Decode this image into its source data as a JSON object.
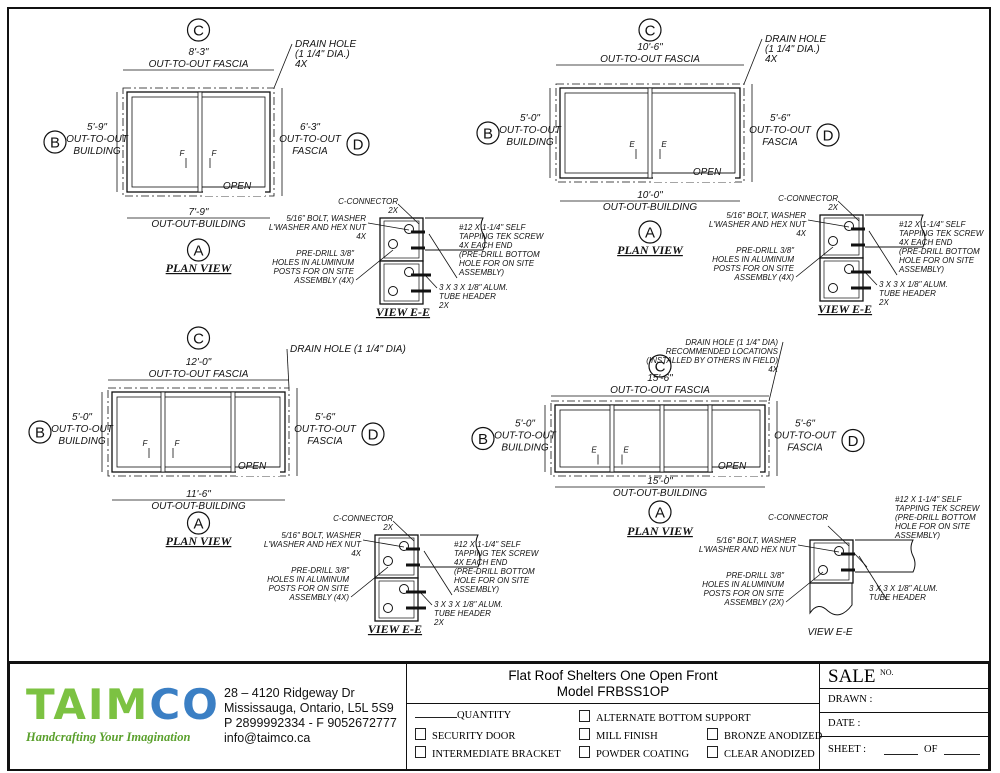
{
  "plans": [
    {
      "top_label": "C",
      "left_label": "B",
      "right_label": "D",
      "view_label": "A",
      "fascia_dim": "8'-3\"",
      "fascia_text": "OUT-TO-OUT FASCIA",
      "left_dim": "5'-9\"",
      "left_text": [
        "OUT-TO-OUT",
        "BUILDING"
      ],
      "right_dim": "6'-3\"",
      "right_text": [
        "OUT-TO-OUT",
        "FASCIA"
      ],
      "bottom_dim": "7'-9\"",
      "bottom_text": "OUT-OUT-BUILDING",
      "open": "OPEN",
      "section_mark": "F",
      "drain_note": [
        "DRAIN HOLE",
        "(1 1/4\" DIA.)",
        "4X"
      ],
      "title": "PLAN VIEW"
    },
    {
      "top_label": "C",
      "left_label": "B",
      "right_label": "D",
      "view_label": "A",
      "fascia_dim": "10'-6\"",
      "fascia_text": "OUT-TO-OUT FASCIA",
      "left_dim": "5'-0\"",
      "left_text": [
        "OUT-TO-OUT",
        "BUILDING"
      ],
      "right_dim": "5'-6\"",
      "right_text": [
        "OUT-TO-OUT",
        "FASCIA"
      ],
      "bottom_dim": "10'-0\"",
      "bottom_text": "OUT-OUT-BUILDING",
      "open": "OPEN",
      "section_mark": "E",
      "drain_note": [
        "DRAIN HOLE",
        "(1 1/4\" DIA.)",
        "4X"
      ],
      "title": "PLAN VIEW"
    },
    {
      "top_label": "C",
      "left_label": "B",
      "right_label": "D",
      "view_label": "A",
      "fascia_dim": "12'-0\"",
      "fascia_text": "OUT-TO-OUT FASCIA",
      "left_dim": "5'-0\"",
      "left_text": [
        "OUT-TO-OUT",
        "BUILDING"
      ],
      "right_dim": "5'-6\"",
      "right_text": [
        "OUT-TO-OUT",
        "FASCIA"
      ],
      "bottom_dim": "11'-6\"",
      "bottom_text": "OUT-OUT-BUILDING",
      "open": "OPEN",
      "section_mark": "F",
      "drain_note": [
        "DRAIN HOLE (1 1/4\" DIA)"
      ],
      "title": "PLAN VIEW"
    },
    {
      "top_label": "C",
      "left_label": "B",
      "right_label": "D",
      "view_label": "A",
      "fascia_dim": "15'-6\"",
      "fascia_text": "OUT-TO-OUT FASCIA",
      "left_dim": "5'-0\"",
      "left_text": [
        "OUT-TO-OUT",
        "BUILDING"
      ],
      "right_dim": "5'-6\"",
      "right_text": [
        "OUT-TO-OUT",
        "FASCIA"
      ],
      "bottom_dim": "15'-0\"",
      "bottom_text": "OUT-OUT-BUILDING",
      "open": "OPEN",
      "section_mark": "E",
      "drain_note": [
        "DRAIN HOLE (1 1/4\" DIA)",
        "RECOMMENDED LOCATIONS",
        "(INSTALLED BY OTHERS IN FIELD)",
        "4X"
      ],
      "title": "PLAN VIEW"
    }
  ],
  "details": [
    {
      "title": "VIEW E-E",
      "connector": [
        "C-CONNECTOR",
        "2X"
      ],
      "bolt": [
        "5/16\" BOLT, WASHER",
        "L'WASHER AND HEX NUT",
        "4X"
      ],
      "predrill": [
        "PRE-DRILL 3/8\"",
        "HOLES IN ALUMINUM",
        "POSTS FOR ON SITE",
        "ASSEMBLY (4X)"
      ],
      "screw": [
        "#12 X 1-1/4\" SELF",
        "TAPPING TEK SCREW",
        "4X EACH END",
        "(PRE-DRILL BOTTOM",
        "HOLE FOR ON SITE",
        "ASSEMBLY)"
      ],
      "tube": [
        "3 X 3 X 1/8\" ALUM.",
        "TUBE HEADER",
        "2X"
      ]
    },
    {
      "title": "VIEW E-E",
      "connector": [
        "C-CONNECTOR",
        "2X"
      ],
      "bolt": [
        "5/16\" BOLT, WASHER",
        "L'WASHER AND HEX NUT",
        "4X"
      ],
      "predrill": [
        "PRE-DRILL 3/8\"",
        "HOLES IN ALUMINUM",
        "POSTS FOR ON SITE",
        "ASSEMBLY (4X)"
      ],
      "screw": [
        "#12 X 1-1/4\" SELF",
        "TAPPING TEK SCREW",
        "4X EACH END",
        "(PRE-DRILL BOTTOM",
        "HOLE FOR ON SITE",
        "ASSEMBLY)"
      ],
      "tube": [
        "3 X 3 X 1/8\" ALUM.",
        "TUBE HEADER",
        "2X"
      ]
    },
    {
      "title": "VIEW E-E",
      "connector": [
        "C-CONNECTOR",
        "2X"
      ],
      "bolt": [
        "5/16\" BOLT, WASHER",
        "L'WASHER AND HEX NUT",
        "4X"
      ],
      "predrill": [
        "PRE-DRILL 3/8\"",
        "HOLES IN ALUMINUM",
        "POSTS FOR ON SITE",
        "ASSEMBLY (4X)"
      ],
      "screw": [
        "#12 X 1-1/4\" SELF",
        "TAPPING TEK SCREW",
        "4X EACH END",
        "(PRE-DRILL BOTTOM",
        "HOLE FOR ON SITE",
        "ASSEMBLY)"
      ],
      "tube": [
        "3 X 3 X 1/8\" ALUM.",
        "TUBE HEADER",
        "2X"
      ]
    },
    {
      "title": "VIEW  E-E",
      "connector": [
        "C-CONNECTOR"
      ],
      "bolt": [
        "5/16\" BOLT, WASHER",
        "L'WASHER AND HEX NUT"
      ],
      "predrill": [
        "PRE-DRILL 3/8\"",
        "HOLES IN ALUMINUM",
        "POSTS FOR ON SITE",
        "ASSEMBLY (2X)"
      ],
      "screw": [
        "#12 X 1-1/4\" SELF",
        "TAPPING TEK SCREW",
        "(PRE-DRILL BOTTOM",
        "HOLE FOR ON SITE",
        "ASSEMBLY)"
      ],
      "tube": [
        "3 X 3 X 1/8\" ALUM.",
        "TUBE HEADER"
      ]
    }
  ],
  "title_block": {
    "logo_text": "TAIMCO",
    "tagline": "Handcrafting Your Imagination",
    "colors": {
      "green": "#7cc242",
      "blue": "#3b7fc4"
    },
    "address": [
      "28 – 4120 Ridgeway Dr",
      "Mississauga, Ontario, L5L 5S9",
      "P 2899992334 - F 9052672777",
      "info@taimco.ca"
    ],
    "title": "Flat Roof Shelters One Open Front",
    "model": "Model FRBSS1OP",
    "quantity": "QUANTITY",
    "options": {
      "alternate": "ALTERNATE BOTTOM SUPPORT",
      "security": "SECURITY DOOR",
      "mill": "MILL FINISH",
      "bronze": "BRONZE ANODIZED",
      "intermediate": "INTERMEDIATE BRACKET",
      "powder": "POWDER COATING",
      "clear": "CLEAR ANODIZED"
    },
    "sale": "SALE",
    "sale_no": "NO.",
    "drawn": "DRAWN :",
    "date": "DATE :",
    "sheet": "SHEET :",
    "of": "OF"
  }
}
